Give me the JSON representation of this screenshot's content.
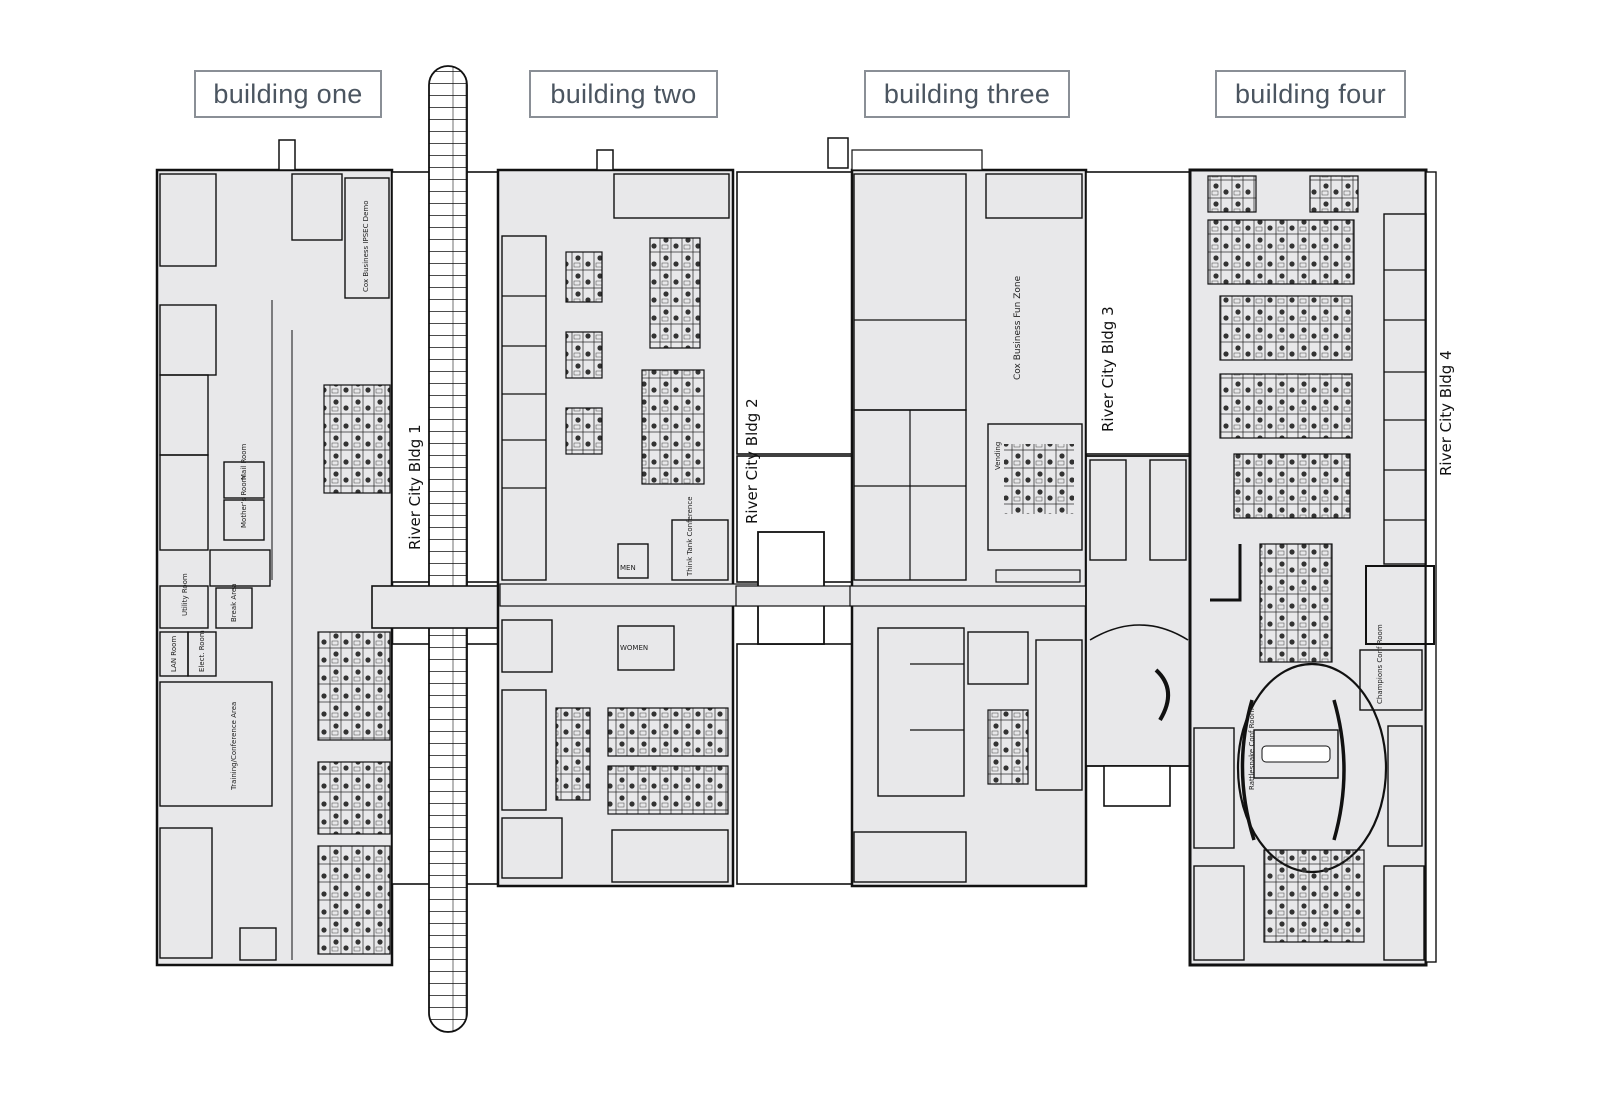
{
  "buildings": [
    {
      "key": "b1",
      "tag": "building one",
      "label": "River City Bldg 1"
    },
    {
      "key": "b2",
      "tag": "building two",
      "label": "River City Bldg 2"
    },
    {
      "key": "b3",
      "tag": "building three",
      "label": "River City Bldg 3"
    },
    {
      "key": "b4",
      "tag": "building four",
      "label": "River City Bldg 4"
    }
  ],
  "rooms": {
    "utility": "Utility Room",
    "lan": "LAN Room",
    "elect": "Elect. Room",
    "mail": "Mail Room",
    "mothers": "Mother's Room",
    "break": "Break Area",
    "training": "Training/Conference Area",
    "ipsec": "Cox Business IPSEC Demo",
    "men": "MEN",
    "women": "WOMEN",
    "think": "Think Tank Conference",
    "funzone": "Cox Business Fun Zone",
    "vending": "Vending",
    "champions": "Champions Conf Room",
    "rattlesnake": "Rattlesnake Conf Room"
  },
  "colors": {
    "fill": "#e8e8ea",
    "wall": "#111111",
    "tag_border": "#8a8f96",
    "tag_text": "#4b5560"
  }
}
